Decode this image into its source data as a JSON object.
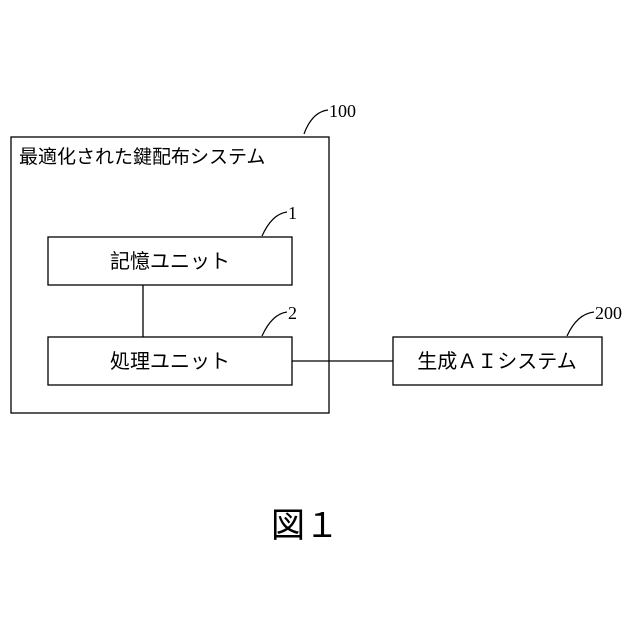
{
  "diagram": {
    "outer_system": {
      "label": "最適化された鍵配布システム",
      "ref": "100"
    },
    "memory_unit": {
      "label": "記憶ユニット",
      "ref": "1"
    },
    "processing_unit": {
      "label": "処理ユニット",
      "ref": "2"
    },
    "ai_system": {
      "label": "生成ＡＩシステム",
      "ref": "200"
    },
    "figure_caption": "図１"
  }
}
